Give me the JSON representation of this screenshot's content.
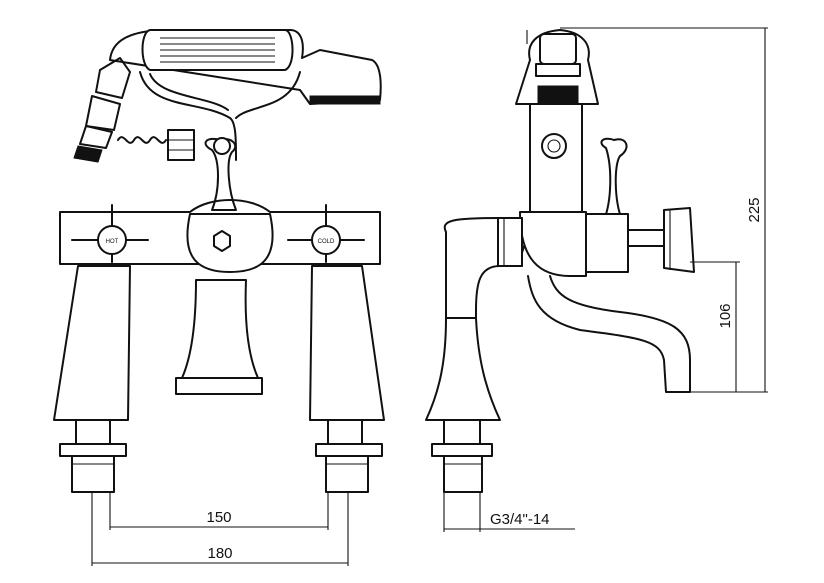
{
  "dimensions": {
    "centers_inner": "150",
    "centers_outer": "180",
    "thread": "G3/4\"-14",
    "spout_height": "106",
    "overall_height": "225"
  },
  "handles": {
    "left_label": "HOT",
    "right_label": "COLD"
  }
}
